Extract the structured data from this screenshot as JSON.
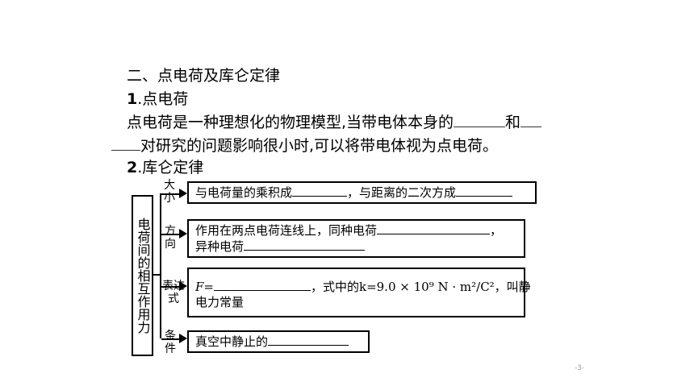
{
  "section": {
    "heading": "二、点电荷及库仑定律",
    "item1_num": "1",
    "item1_title": ".点电荷",
    "para1_part1": "点电荷是一种理想化的物理模型,当带电体本身的",
    "para1_and": "和",
    "para1_part2": "对研究的问题影响很小时,可以将带电体视为点电荷。",
    "item2_num": "2",
    "item2_title": ".库仑定律"
  },
  "diagram": {
    "main_label": "电荷间的相互作用力",
    "branches": [
      {
        "label": "大小",
        "text_a": "与电荷量的乘积成",
        "text_b": "，与距离的二次方成"
      },
      {
        "label": "方向",
        "line1": "作用在两点电荷连线上，同种电荷",
        "line1_end": "，",
        "line2": "异种电荷"
      },
      {
        "label": "表达式",
        "f_label": "F=",
        "formula_text": "，式中的k=9.0 × 10⁹ N · m²/C²，叫静",
        "line2": "电力常量"
      },
      {
        "label": "条件",
        "text": "真空中静止的"
      }
    ]
  },
  "page_number": "-3-"
}
